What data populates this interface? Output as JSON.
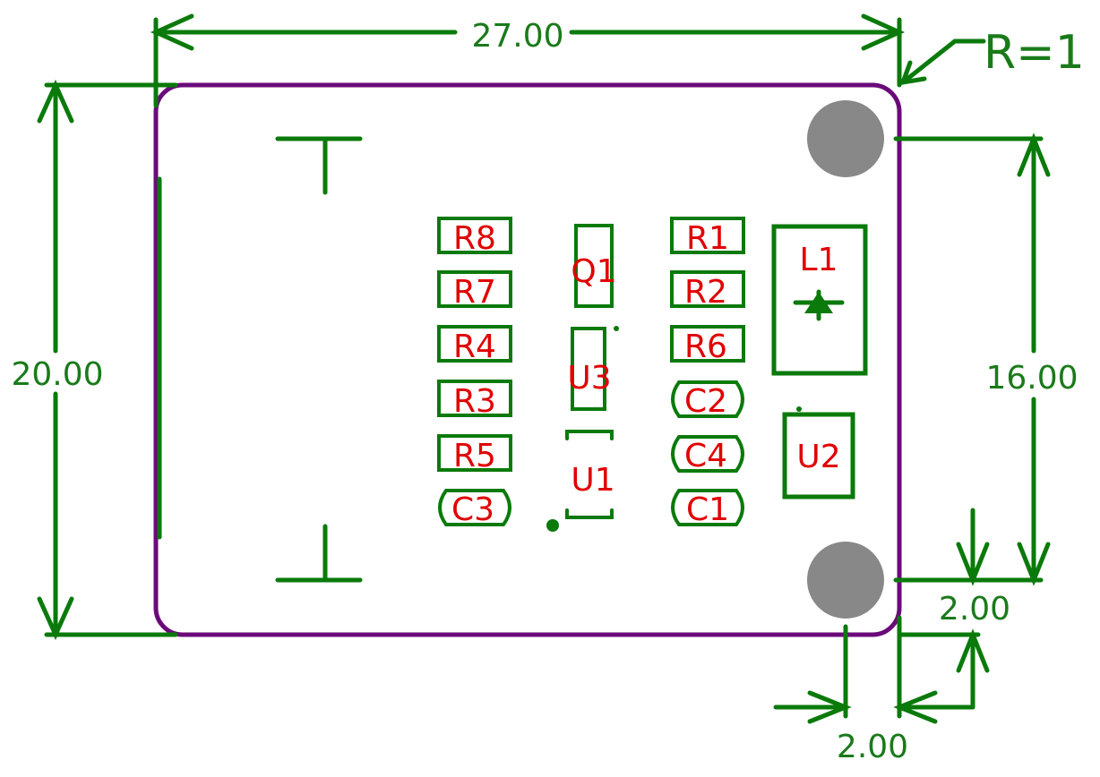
{
  "colors": {
    "dimension": "#0a7a0a",
    "outline": "#6a0a7a",
    "designator": "#e00000",
    "hole": "#888888"
  },
  "dimensions": {
    "width": "27.00",
    "height": "20.00",
    "hole_spacing": "16.00",
    "hole_offset_y": "2.00",
    "hole_offset_x": "2.00",
    "corner_radius": "R=1"
  },
  "designators": {
    "r8": "R8",
    "r7": "R7",
    "r4": "R4",
    "r3": "R3",
    "r5": "R5",
    "c3": "C3",
    "q1": "Q1",
    "u3": "U3",
    "u1": "U1",
    "r1": "R1",
    "r2": "R2",
    "r6": "R6",
    "c2": "C2",
    "c4": "C4",
    "c1": "C1",
    "l1": "L1",
    "u2": "U2"
  }
}
